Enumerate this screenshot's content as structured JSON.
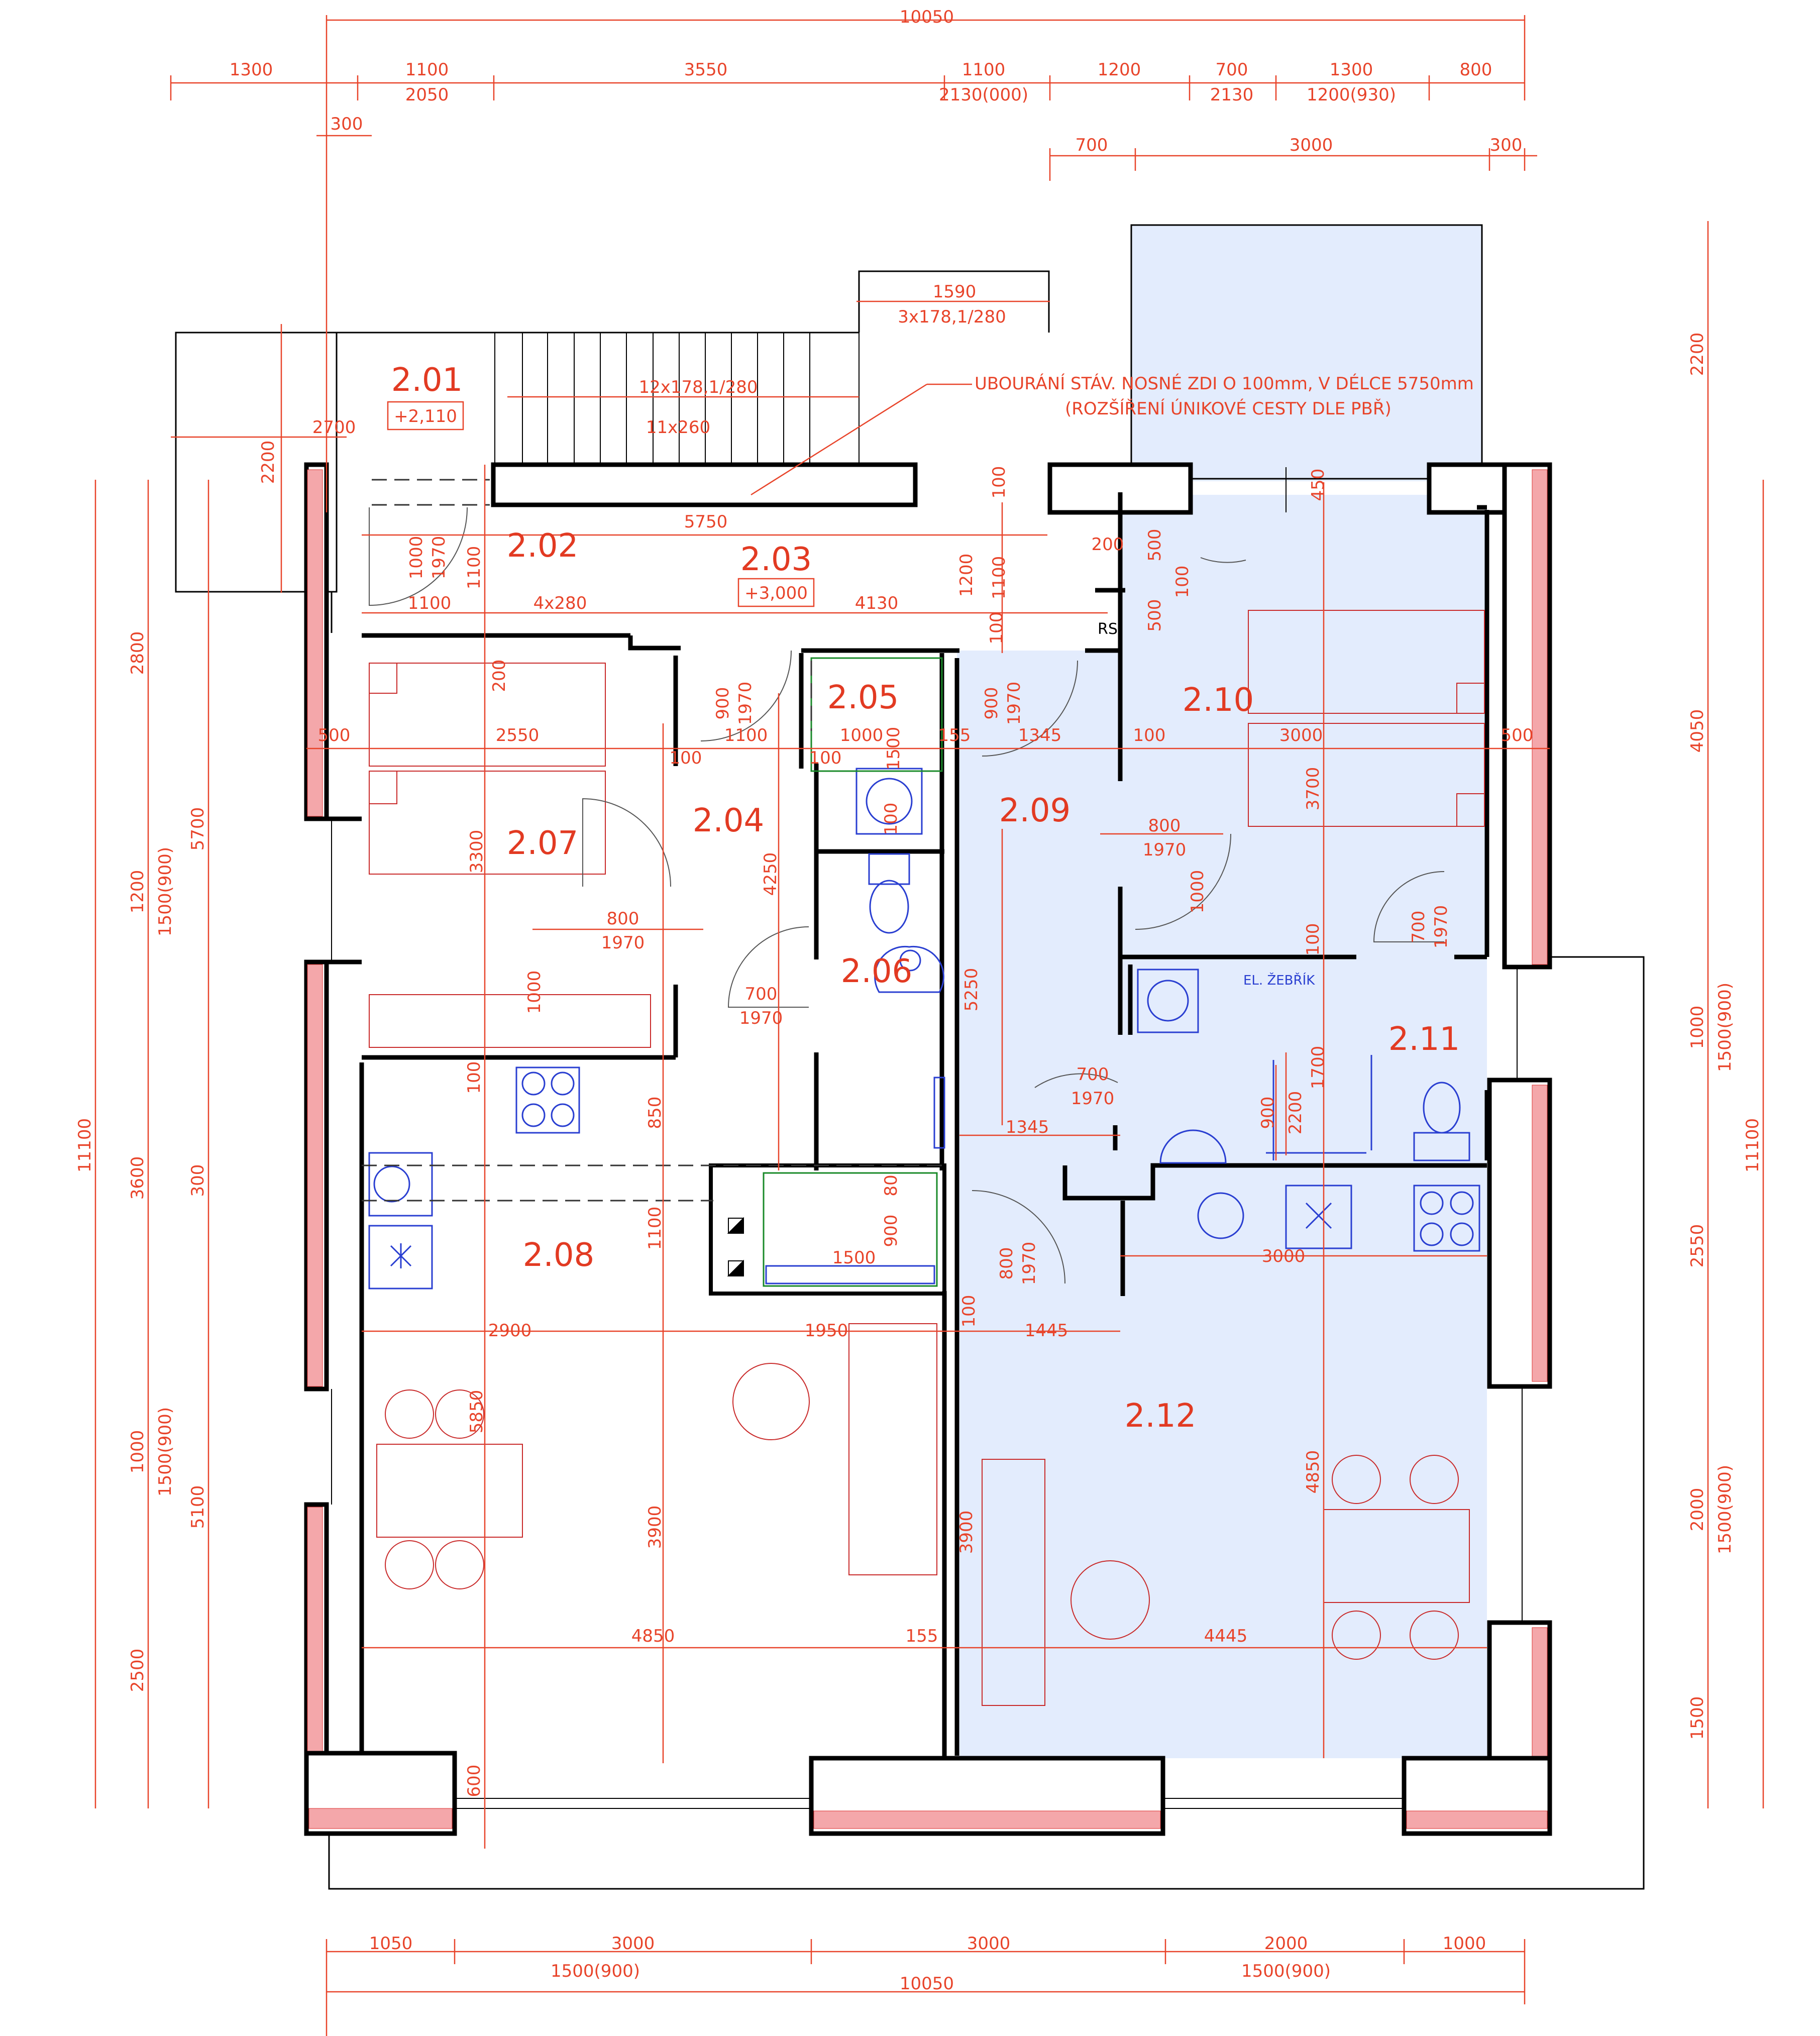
{
  "rooms": [
    {
      "id": "2.01",
      "level": "+2,110"
    },
    {
      "id": "2.02"
    },
    {
      "id": "2.03",
      "level": "+3,000"
    },
    {
      "id": "2.04"
    },
    {
      "id": "2.05"
    },
    {
      "id": "2.06"
    },
    {
      "id": "2.07"
    },
    {
      "id": "2.08"
    },
    {
      "id": "2.09"
    },
    {
      "id": "2.10"
    },
    {
      "id": "2.11"
    },
    {
      "id": "2.12"
    }
  ],
  "notes": {
    "demolition_line1": "UBOURÁNÍ STÁV. NOSNÉ ZDI O 100mm, V DÉLCE 5750mm",
    "demolition_line2": "(ROZŠÍŘENÍ ÚNIKOVÉ CESTY DLE PBŘ)",
    "ladder": "EL. ŽEBŘÍK",
    "rs": "RS"
  },
  "dims_top": {
    "overall": "10050",
    "row2": [
      "1300",
      "1100",
      "3550",
      "1100",
      "1200",
      "700",
      "1300",
      "800"
    ],
    "row3": [
      "2050",
      "2130(000)",
      "2130",
      "1200(930)"
    ],
    "small_300": "300",
    "row4": [
      "700",
      "3000",
      "300"
    ]
  },
  "dims_bottom": {
    "row1": [
      "1050",
      "3000",
      "3000",
      "2000",
      "1000"
    ],
    "row2": [
      "1500(900)",
      "1500(900)"
    ],
    "overall": "10050"
  },
  "dims_left": [
    "2800",
    "1200",
    "1500(900)",
    "5700",
    "300",
    "3600",
    "11100",
    "1000",
    "1500(900)",
    "5100",
    "2500"
  ],
  "dims_right": [
    "2200",
    "4050",
    "1000",
    "1500(900)",
    "11100",
    "2550",
    "2000",
    "1500(900)",
    "1500"
  ],
  "dims_inner": {
    "stairs_top": "1590",
    "stairs_top_steps": "3x178,1/280",
    "stairs_main": "12x178,1/280",
    "stairs_main_tread": "11x260",
    "d2700": "2700",
    "d2200": "2200",
    "d5750": "5750",
    "d1100a": "1100",
    "d4x280": "4x280",
    "d4130": "4130",
    "d1000_1970": [
      "1000",
      "1970"
    ],
    "d1100b": "1100",
    "d1200": "1200",
    "d1100c": "1100",
    "d100a": "100",
    "d200": "200",
    "d500a": "500",
    "d500b": "500",
    "d100b": "100",
    "d100c": "100",
    "d500c": "500",
    "d2550": "2550",
    "d200b": "200",
    "d900_1970a": [
      "900",
      "1970"
    ],
    "d1100d": "1100",
    "d100d": "100",
    "d1000": "1000",
    "d100e": "100",
    "d1500a": "1500",
    "d155a": "155",
    "d1345a": "1345",
    "d100f": "100",
    "d3000a": "3000",
    "d500d": "500",
    "d900_1970b": [
      "900",
      "1970"
    ],
    "d3700": "3700",
    "d3300": "3300",
    "d4250": "4250",
    "d800_1970a": [
      "800",
      "1970"
    ],
    "d1000b": "1000",
    "d800_1970b": [
      "800",
      "1970"
    ],
    "d1000c": "1000",
    "d100g": "100",
    "d700_1970a": [
      "700",
      "1970"
    ],
    "d700_1970b": [
      "700",
      "1970"
    ],
    "d5250": "5250",
    "d100h": "100",
    "d700_1970c": [
      "700",
      "1970"
    ],
    "d1345b": "1345",
    "d900c": "900",
    "d2200b": "2200",
    "d1700": "1700",
    "d100i": "100",
    "d850": "850",
    "d1100e": "1100",
    "d80": "80",
    "d900d": "900",
    "d1500b": "1500",
    "d800_1970c": [
      "800",
      "1970"
    ],
    "d3000b": "3000",
    "d2900": "2900",
    "d1950": "1950",
    "d100j": "100",
    "d1445": "1445",
    "d5850": "5850",
    "d3900a": "3900",
    "d3900b": "3900",
    "d4850a": "4850",
    "d4850b": "4850",
    "d155b": "155",
    "d4445": "4445",
    "d600": "600",
    "d450": "450",
    "d100k": "100"
  },
  "colors": {
    "dimension": "#e8442a",
    "room_label": "#e23a22",
    "fixture": "#2a3fd1",
    "new_apartment_fill": "#e3ecfd",
    "wall_hatch": "#f4a7aa",
    "wall_outline": "#000000"
  }
}
